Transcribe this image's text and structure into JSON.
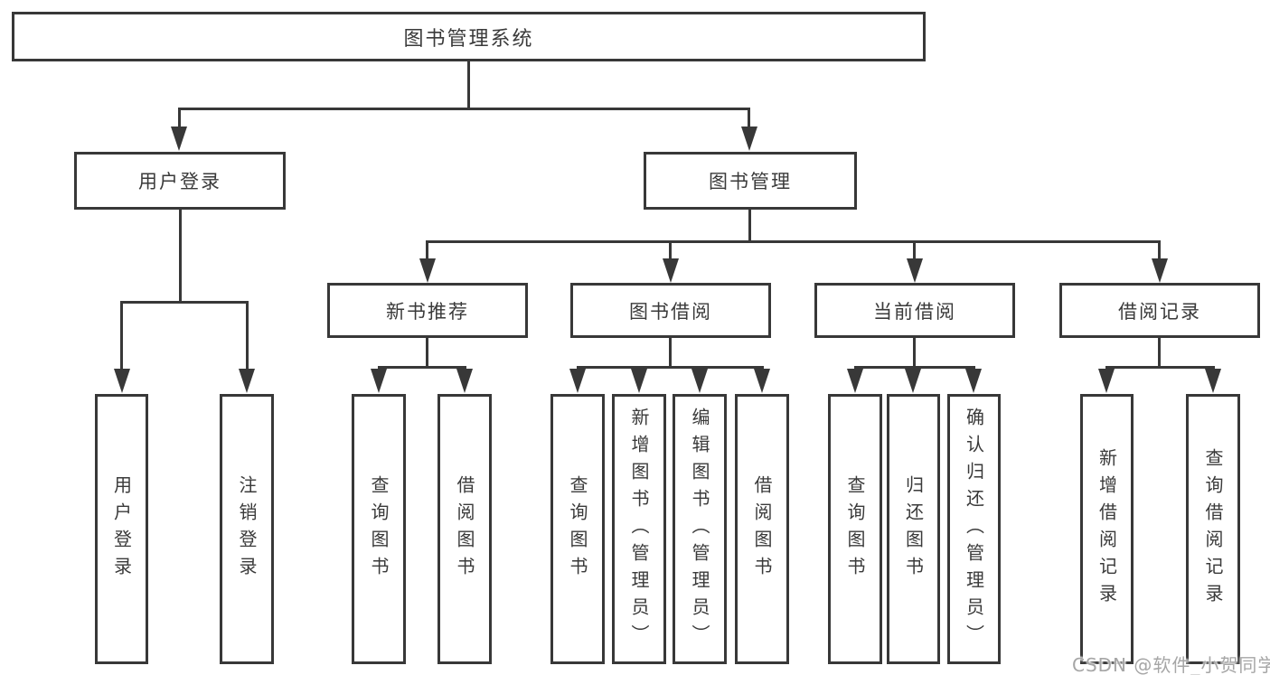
{
  "diagram": {
    "root": {
      "label": "图书管理系统"
    },
    "branches": [
      {
        "label": "用户登录",
        "children": [
          {
            "label": "用户登录"
          },
          {
            "label": "注销登录"
          }
        ]
      },
      {
        "label": "图书管理",
        "children": [
          {
            "label": "新书推荐",
            "children": [
              {
                "label": "查询图书"
              },
              {
                "label": "借阅图书"
              }
            ]
          },
          {
            "label": "图书借阅",
            "children": [
              {
                "label": "查询图书"
              },
              {
                "label": "新增图书（管理员）"
              },
              {
                "label": "编辑图书（管理员）"
              },
              {
                "label": "借阅图书"
              }
            ]
          },
          {
            "label": "当前借阅",
            "children": [
              {
                "label": "查询图书"
              },
              {
                "label": "归还图书"
              },
              {
                "label": "确认归还（管理员）"
              }
            ]
          },
          {
            "label": "借阅记录",
            "children": [
              {
                "label": "新增借阅记录"
              },
              {
                "label": "查询借阅记录"
              }
            ]
          }
        ]
      }
    ]
  },
  "watermark": {
    "text": "CSDN @软件_小贺同学"
  },
  "colors": {
    "line": "#383838",
    "text": "#3a3a3a",
    "watermark": "#a6a6a6",
    "background": "#ffffff"
  }
}
